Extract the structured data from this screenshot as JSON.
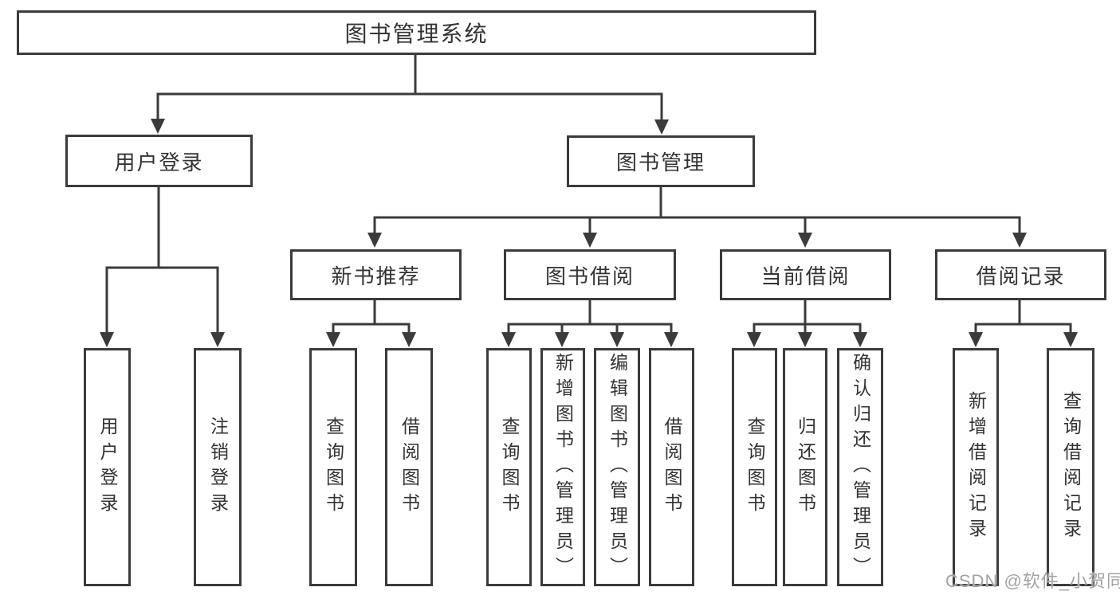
{
  "tree": {
    "label": "图书管理系统",
    "children": [
      {
        "label": "用户登录",
        "children": [
          {
            "label": "用户登录"
          },
          {
            "label": "注销登录"
          }
        ]
      },
      {
        "label": "图书管理",
        "children": [
          {
            "label": "新书推荐",
            "children": [
              {
                "label": "查询图书"
              },
              {
                "label": "借阅图书"
              }
            ]
          },
          {
            "label": "图书借阅",
            "children": [
              {
                "label": "查询图书"
              },
              {
                "label": "新增图书（管理员）"
              },
              {
                "label": "编辑图书（管理员）"
              },
              {
                "label": "借阅图书"
              }
            ]
          },
          {
            "label": "当前借阅",
            "children": [
              {
                "label": "查询图书"
              },
              {
                "label": "归还图书"
              },
              {
                "label": "确认归还（管理员）"
              }
            ]
          },
          {
            "label": "借阅记录",
            "children": [
              {
                "label": "新增借阅记录"
              },
              {
                "label": "查询借阅记录"
              }
            ]
          }
        ]
      }
    ]
  },
  "watermark": {
    "text": "CSDN @软件_小贺同学"
  },
  "colors": {
    "line": "#3b3b3b",
    "text": "#333333",
    "background": "#ffffff",
    "watermark": "#a3a3a3"
  }
}
